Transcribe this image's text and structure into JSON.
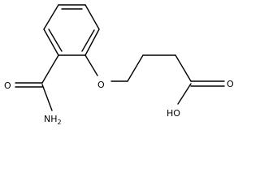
{
  "molecule": {
    "atoms": {
      "amide_oxygen": "O",
      "amide_nitrogen": "NH2",
      "ether_oxygen": "O",
      "acid_carbonyl_oxygen": "O",
      "acid_hydroxyl": "HO"
    },
    "colors": {
      "ink": "#000000",
      "background": "#ffffff"
    }
  }
}
